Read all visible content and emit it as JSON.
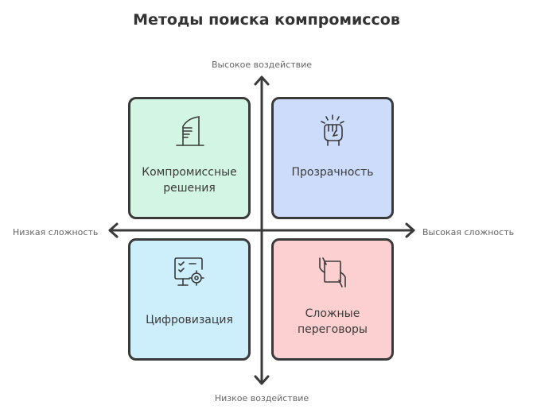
{
  "title": "Методы поиска компромиссов",
  "axes": {
    "top": "Высокое воздействие",
    "bottom": "Низкое воздействие",
    "left": "Низкая сложность",
    "right": "Высокая сложность"
  },
  "quadrants": [
    {
      "label": "Компромиссные решения",
      "icon": "building-icon",
      "color": "#d3f5e3"
    },
    {
      "label": "Прозрачность",
      "icon": "fist-icon",
      "color": "#cddcfb"
    },
    {
      "label": "Цифровизация",
      "icon": "monitor-gear-icon",
      "color": "#cdeefb"
    },
    {
      "label": "Сложные переговоры",
      "icon": "hands-document-icon",
      "color": "#fcd0d0"
    }
  ]
}
